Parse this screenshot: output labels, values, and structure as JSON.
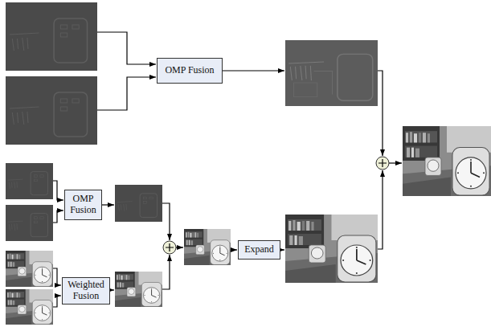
{
  "diagram": {
    "nodes": [
      {
        "text": [
          "OMP Fusion"
        ]
      },
      {
        "text": [
          "OMP Fusion"
        ]
      },
      {
        "text": [
          "Weighted Fusion"
        ]
      },
      {
        "text": [
          "Expand"
        ]
      }
    ]
  }
}
